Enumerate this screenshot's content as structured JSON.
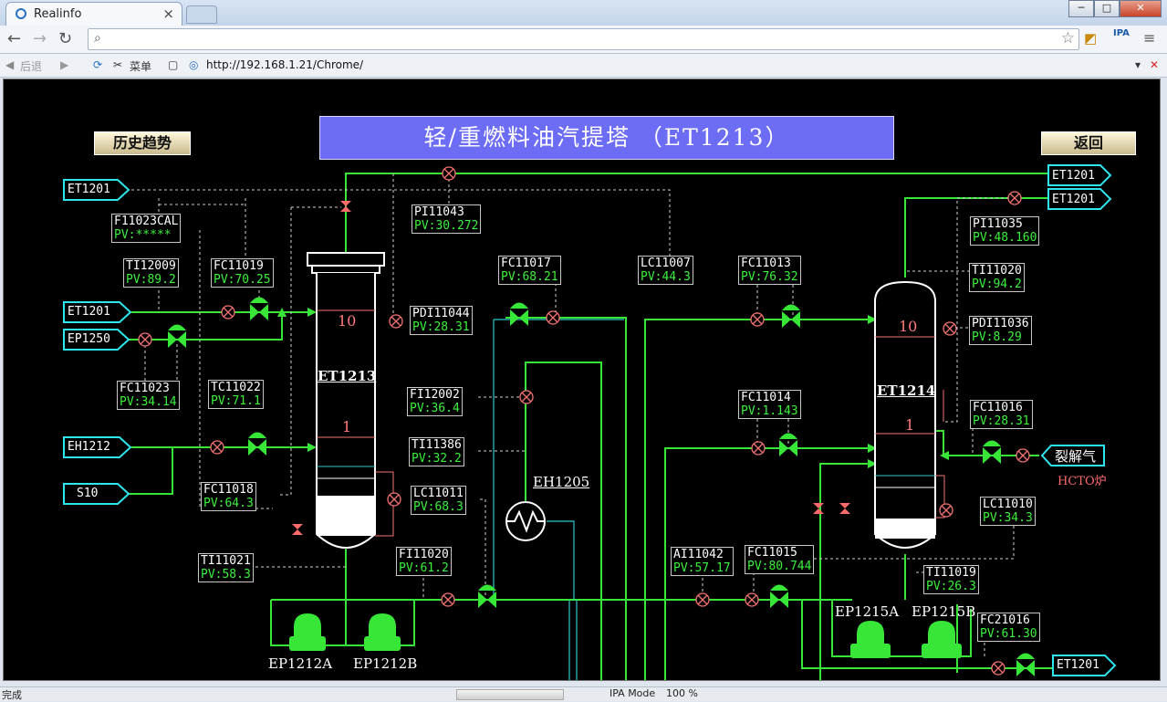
{
  "browser": {
    "tab_title": "Realinfo",
    "tab_close": "×",
    "address_placeholder": "",
    "back_label": "后退",
    "menu_label": "菜单",
    "url": "http://192.168.1.21/Chrome/",
    "ipa_label": "IPA"
  },
  "status": {
    "left": "完成",
    "mode": "IPA Mode",
    "zoom": "100 %"
  },
  "scada": {
    "title": "轻/重燃料油汽提塔  （ET1213）",
    "history_button": "历史趋势",
    "back_button": "返回",
    "columns": [
      {
        "id": "ET1213",
        "top_tray": "10",
        "bottom_tray": "1"
      },
      {
        "id": "ET1214",
        "top_tray": "10",
        "bottom_tray": "1"
      }
    ],
    "heat_exchanger": "EH1205",
    "pumps": [
      "EP1212A",
      "EP1212B",
      "EP1215A",
      "EP1215B"
    ],
    "streams": {
      "et1201_left": "ET1201",
      "et1201_in": "ET1201",
      "ep1250": "EP1250",
      "eh1212": "EH1212",
      "s10": "S10",
      "et1201_out1": "ET1201",
      "et1201_out2": "ET1201",
      "et1201_bottom": "ET1201",
      "cracked_gas": "裂解气",
      "hcto": "HCTO炉"
    },
    "tags": {
      "F11023CAL": {
        "name": "F11023CAL",
        "pv": "PV:*****"
      },
      "TI12009": {
        "name": "TI12009",
        "pv": "PV:89.2"
      },
      "FC11019": {
        "name": "FC11019",
        "pv": "PV:70.25"
      },
      "FC11023": {
        "name": "FC11023",
        "pv": "PV:34.14"
      },
      "TC11022": {
        "name": "TC11022",
        "pv": "PV:71.1"
      },
      "FC11018": {
        "name": "FC11018",
        "pv": "PV:64.3"
      },
      "TI11021": {
        "name": "TI11021",
        "pv": "PV:58.3"
      },
      "PI11043": {
        "name": "PI11043",
        "pv": "PV:30.272"
      },
      "PDI11044": {
        "name": "PDI11044",
        "pv": "PV:28.31"
      },
      "FC11017": {
        "name": "FC11017",
        "pv": "PV:68.21"
      },
      "LC11007": {
        "name": "LC11007",
        "pv": "PV:44.3"
      },
      "FI12002": {
        "name": "FI12002",
        "pv": "PV:36.4"
      },
      "TI11386": {
        "name": "TI11386",
        "pv": "PV:32.2"
      },
      "LC11011": {
        "name": "LC11011",
        "pv": "PV:68.3"
      },
      "FI11020": {
        "name": "FI11020",
        "pv": "PV:61.2"
      },
      "FC11013": {
        "name": "FC11013",
        "pv": "PV:76.32"
      },
      "FC11014": {
        "name": "FC11014",
        "pv": "PV:1.143"
      },
      "AI11042": {
        "name": "AI11042",
        "pv": "PV:57.17"
      },
      "FC11015": {
        "name": "FC11015",
        "pv": "PV:80.744"
      },
      "PI11035": {
        "name": "PI11035",
        "pv": "PV:48.160"
      },
      "TI11020": {
        "name": "TI11020",
        "pv": "PV:94.2"
      },
      "PDI11036": {
        "name": "PDI11036",
        "pv": "PV:8.29"
      },
      "FC11016": {
        "name": "FC11016",
        "pv": "PV:28.31"
      },
      "LC11010": {
        "name": "LC11010",
        "pv": "PV:34.3"
      },
      "TI11019": {
        "name": "TI11019",
        "pv": "PV:26.3"
      },
      "FC21016": {
        "name": "FC21016",
        "pv": "PV:61.30"
      }
    }
  }
}
